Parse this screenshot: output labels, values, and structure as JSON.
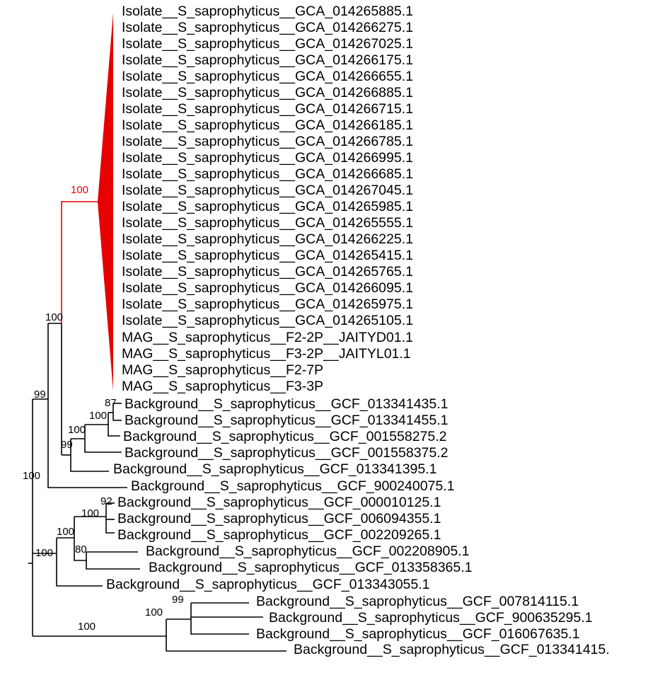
{
  "colors": {
    "highlight": "#e60000",
    "line": "#000000"
  },
  "tips": [
    "Isolate__S_saprophyticus__GCA_014265885.1",
    "Isolate__S_saprophyticus__GCA_014266275.1",
    "Isolate__S_saprophyticus__GCA_014267025.1",
    "Isolate__S_saprophyticus__GCA_014266175.1",
    "Isolate__S_saprophyticus__GCA_014266655.1",
    "Isolate__S_saprophyticus__GCA_014266885.1",
    "Isolate__S_saprophyticus__GCA_014266715.1",
    "Isolate__S_saprophyticus__GCA_014266185.1",
    "Isolate__S_saprophyticus__GCA_014266785.1",
    "Isolate__S_saprophyticus__GCA_014266995.1",
    "Isolate__S_saprophyticus__GCA_014266685.1",
    "Isolate__S_saprophyticus__GCA_014267045.1",
    "Isolate__S_saprophyticus__GCA_014265985.1",
    "Isolate__S_saprophyticus__GCA_014265555.1",
    "Isolate__S_saprophyticus__GCA_014266225.1",
    "Isolate__S_saprophyticus__GCA_014265415.1",
    "Isolate__S_saprophyticus__GCA_014265765.1",
    "Isolate__S_saprophyticus__GCA_014266095.1",
    "Isolate__S_saprophyticus__GCA_014265975.1",
    "Isolate__S_saprophyticus__GCA_014265105.1",
    "MAG__S_saprophyticus__F2-2P__JAITYD01.1",
    "MAG__S_saprophyticus__F3-2P__JAITYL01.1",
    "MAG__S_saprophyticus__F2-7P",
    "MAG__S_saprophyticus__F3-3P",
    "Background__S_saprophyticus__GCF_013341435.1",
    "Background__S_saprophyticus__GCF_013341455.1",
    "Background__S_saprophyticus__GCF_001558275.2",
    "Background__S_saprophyticus__GCF_001558375.2",
    "Background__S_saprophyticus__GCF_013341395.1",
    "Background__S_saprophyticus__GCF_900240075.1",
    "Background__S_saprophyticus__GCF_000010125.1",
    "Background__S_saprophyticus__GCF_006094355.1",
    "Background__S_saprophyticus__GCF_002209265.1",
    "Background__S_saprophyticus__GCF_002208905.1",
    "Background__S_saprophyticus__GCF_013358365.1",
    "Background__S_saprophyticus__GCF_013343055.1",
    "Background__S_saprophyticus__GCF_007814115.1",
    "Background__S_saprophyticus__GCF_900635295.1",
    "Background__S_saprophyticus__GCF_016067635.1",
    "Background__S_saprophyticus__GCF_013341415."
  ],
  "bootstrap": {
    "isolate_clade": "100",
    "clade_a": "100",
    "clade_b": "99",
    "root_upper": "100",
    "node_87": "87",
    "node_100_a": "100",
    "node_100_b": "100",
    "node_99_c": "99",
    "node_92": "92",
    "node_100_d": "100",
    "node_100_e": "100",
    "node_80": "80",
    "node_100_f": "100",
    "node_99_g": "99",
    "node_100_g": "100",
    "node_100_h": "100"
  }
}
